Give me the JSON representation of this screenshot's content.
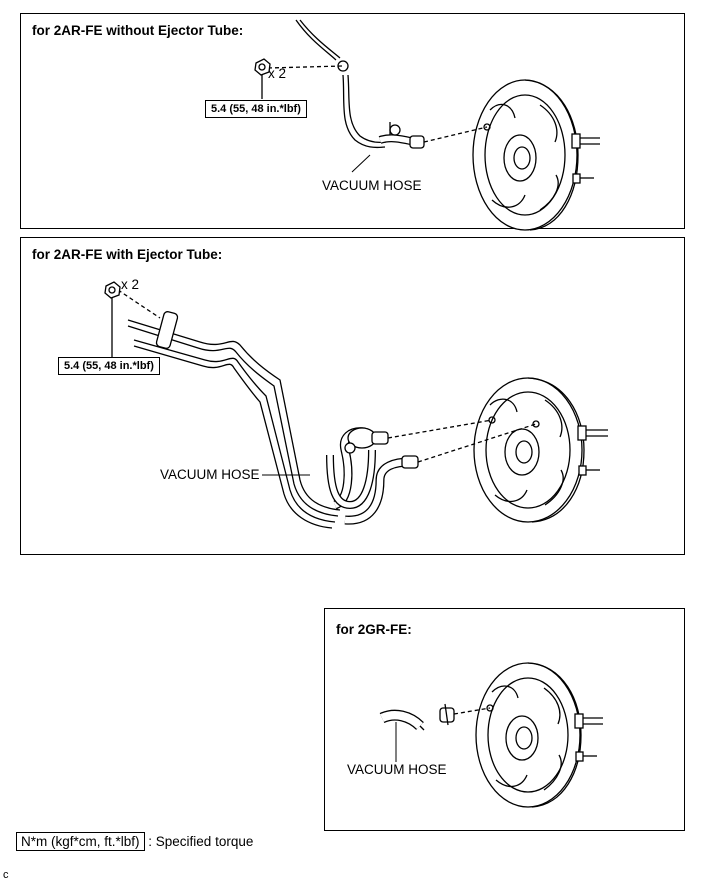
{
  "panels": [
    {
      "title": "for 2AR-FE without Ejector Tube:",
      "quantity": "x 2",
      "torque": "5.4 (55, 48 in.*lbf)",
      "hose_label": "VACUUM HOSE"
    },
    {
      "title": "for 2AR-FE with Ejector Tube:",
      "quantity": "x 2",
      "torque": "5.4 (55, 48 in.*lbf)",
      "hose_label": "VACUUM HOSE"
    },
    {
      "title": "for 2GR-FE:",
      "hose_label": "VACUUM HOSE"
    }
  ],
  "legend": {
    "unit_box": "N*m (kgf*cm, ft.*lbf)",
    "description": ": Specified torque"
  },
  "figure_code": "c"
}
